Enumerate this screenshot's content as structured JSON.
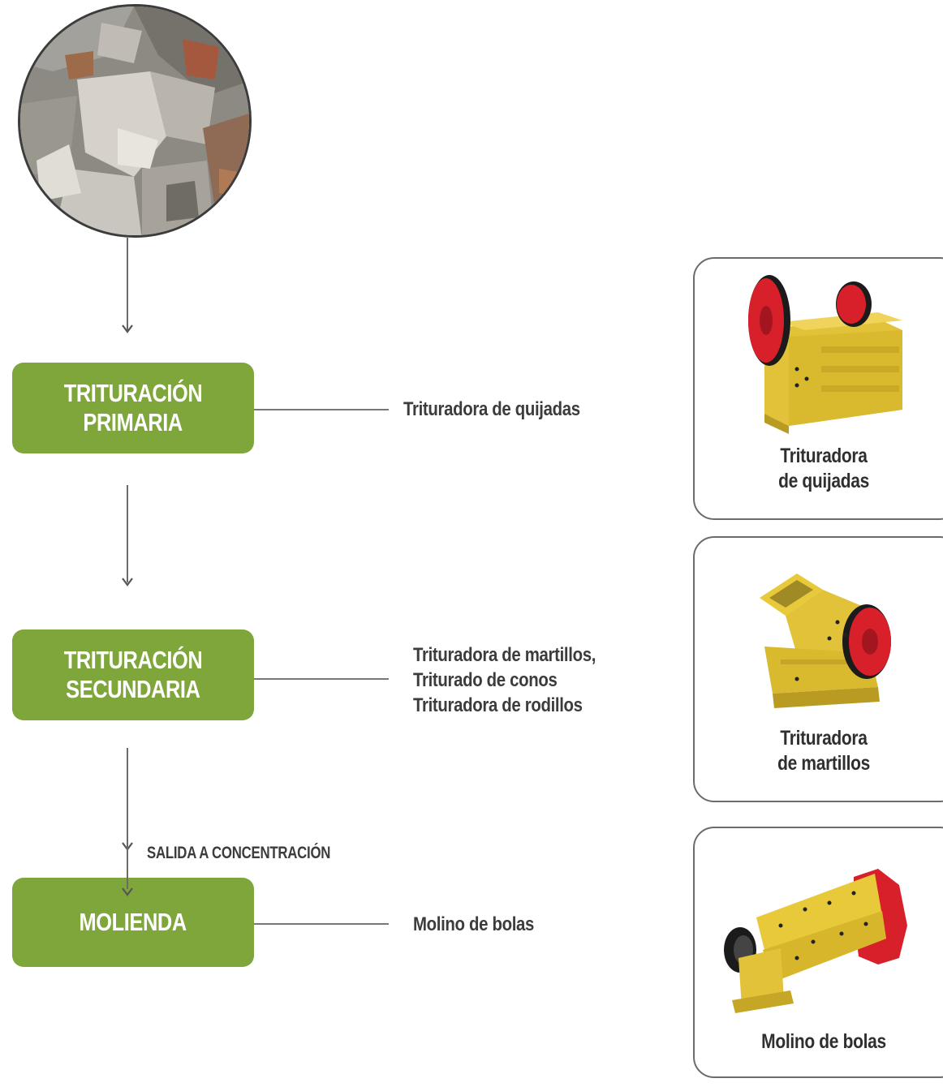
{
  "stages": [
    {
      "line1": "TRITURACIÓN",
      "line2": "PRIMARIA"
    },
    {
      "line1": "TRITURACIÓN",
      "line2": "SECUNDARIA"
    },
    {
      "line1": "MOLIENDA"
    }
  ],
  "equipment": [
    {
      "lines": [
        "Trituradora de quijadas"
      ]
    },
    {
      "lines": [
        "Trituradora de martillos,",
        "Triturado de conos",
        "Trituradora de rodillos"
      ]
    },
    {
      "lines": [
        "Molino de bolas"
      ]
    }
  ],
  "exit_label": "SALIDA A CONCENTRACIÓN",
  "cards": [
    {
      "line1": "Trituradora",
      "line2": "de quijadas"
    },
    {
      "line1": "Trituradora",
      "line2": "de martillos"
    },
    {
      "line1": "Molino de bolas"
    }
  ],
  "colors": {
    "stage_green": "#7ea63b",
    "machine_yellow": "#e8c93a",
    "wheel_red": "#d8202b"
  },
  "icons": [
    "ore-rocks-photo",
    "jaw-crusher-image",
    "hammer-crusher-image",
    "ball-mill-image",
    "down-arrow-icon"
  ]
}
